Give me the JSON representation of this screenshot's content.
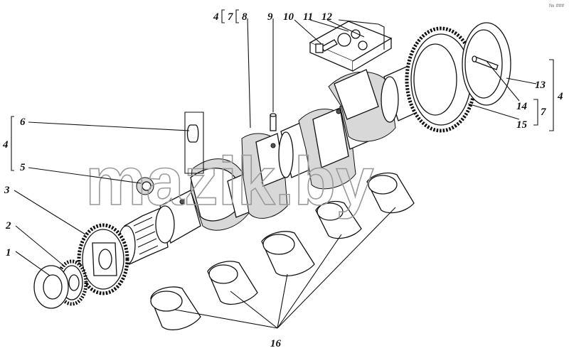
{
  "corner_mark": "№ ###",
  "watermark": "mazik.by",
  "labels": {
    "l1": "1",
    "l2": "2",
    "l3": "3",
    "l4_left": "4",
    "l5": "5",
    "l6": "6",
    "l4_top": "4",
    "l7_top": "7",
    "l8": "8",
    "l9": "9",
    "l10": "10",
    "l11": "11",
    "l12": "12",
    "l13": "13",
    "l4_right": "4",
    "l14": "14",
    "l7_right": "7",
    "l15": "15",
    "l16": "16"
  }
}
